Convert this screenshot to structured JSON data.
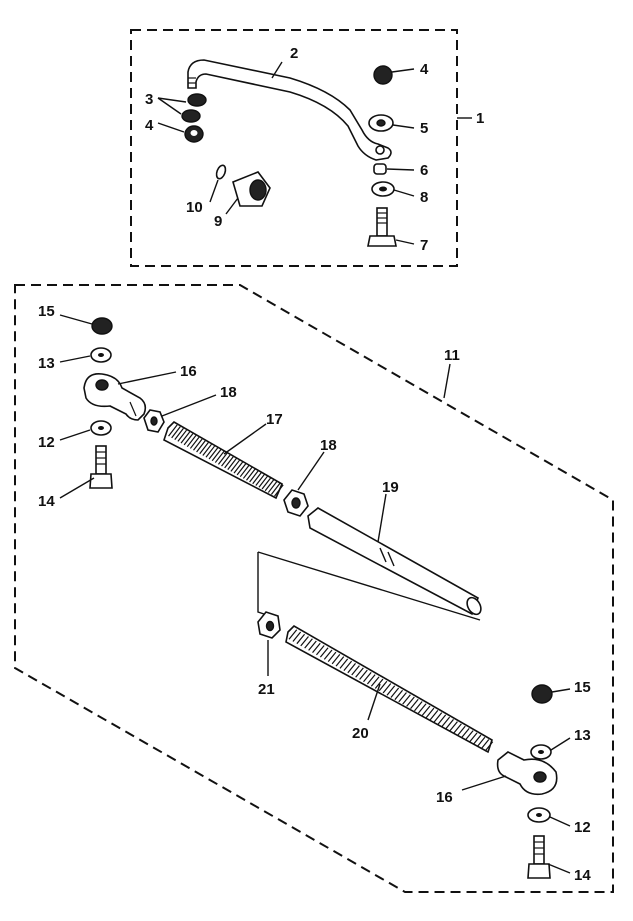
{
  "callouts": {
    "c1": "1",
    "c2": "2",
    "c3": "3",
    "c4a": "4",
    "c4b": "4",
    "c5": "5",
    "c6": "6",
    "c7": "7",
    "c8": "8",
    "c9": "9",
    "c10": "10",
    "c11": "11",
    "c12a": "12",
    "c12b": "12",
    "c13a": "13",
    "c13b": "13",
    "c14a": "14",
    "c14b": "14",
    "c15a": "15",
    "c15b": "15",
    "c16a": "16",
    "c16b": "16",
    "c17": "17",
    "c18a": "18",
    "c18b": "18",
    "c19": "19",
    "c20": "20",
    "c21": "21"
  }
}
